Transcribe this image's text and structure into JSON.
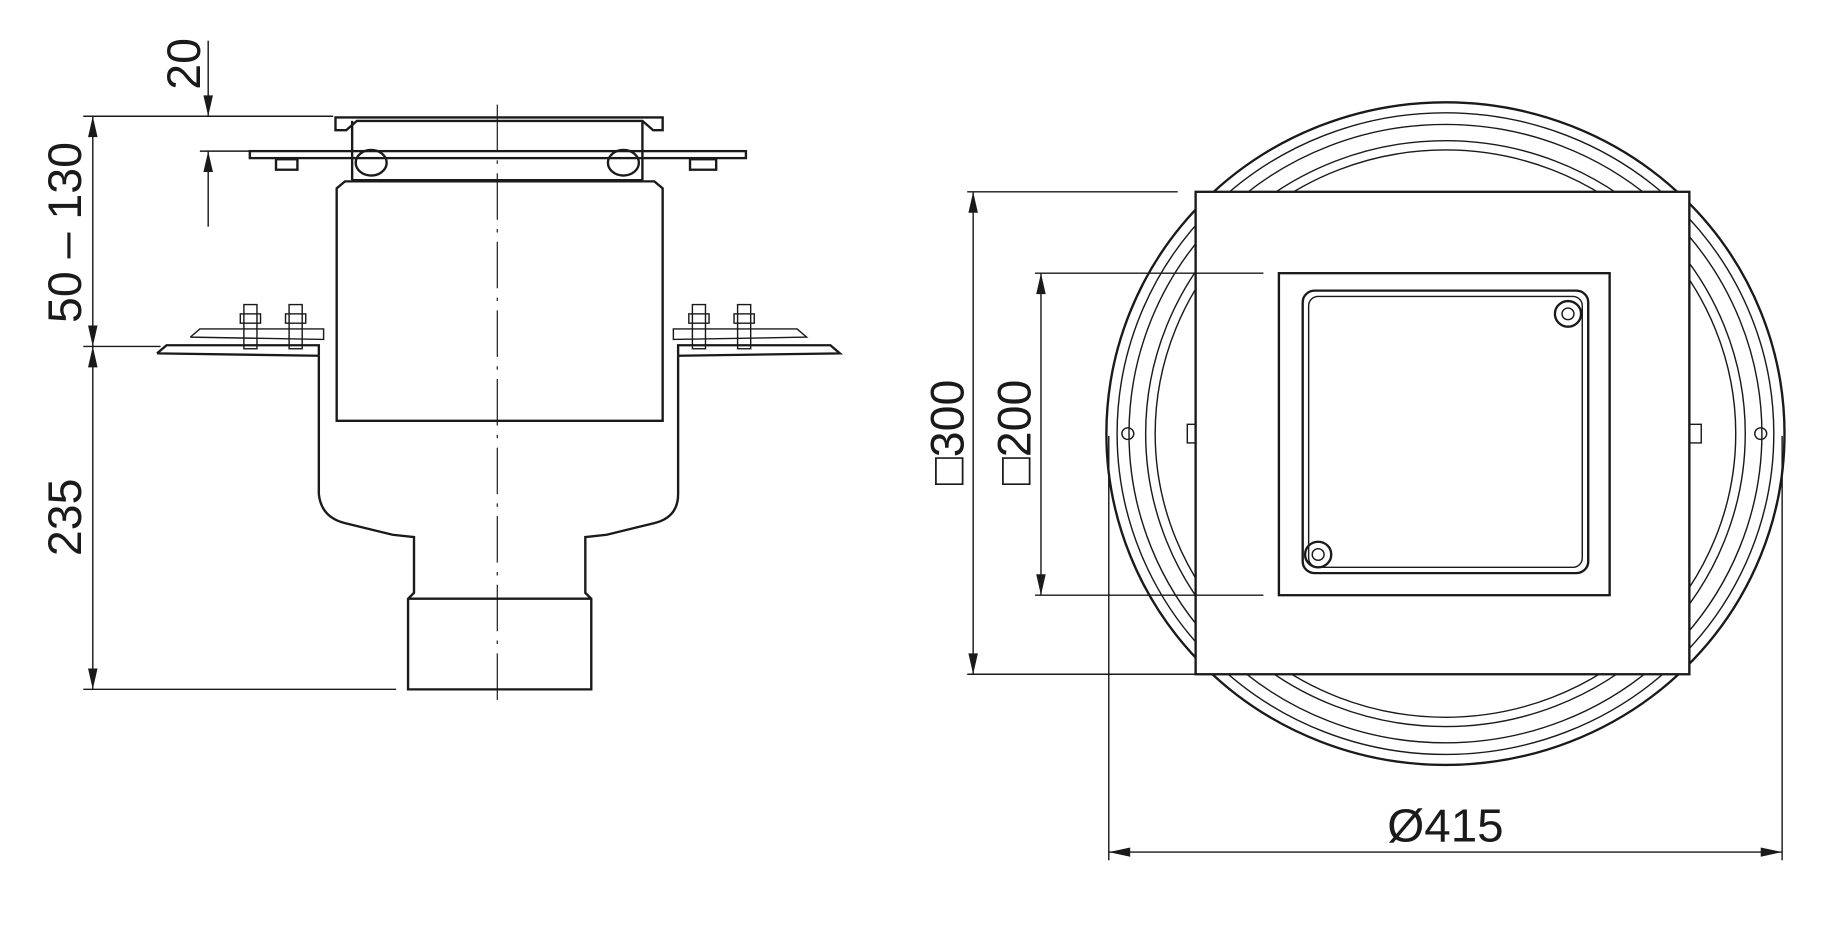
{
  "drawing": {
    "side_view": {
      "dim_top": "20",
      "dim_adjust": "50 – 130",
      "dim_body": "235"
    },
    "top_view": {
      "dim_frame": "□300",
      "dim_grate": "□200",
      "dim_diameter": "Ø415"
    },
    "colors": {
      "line": "#1a1a1a",
      "background": "#ffffff"
    }
  }
}
